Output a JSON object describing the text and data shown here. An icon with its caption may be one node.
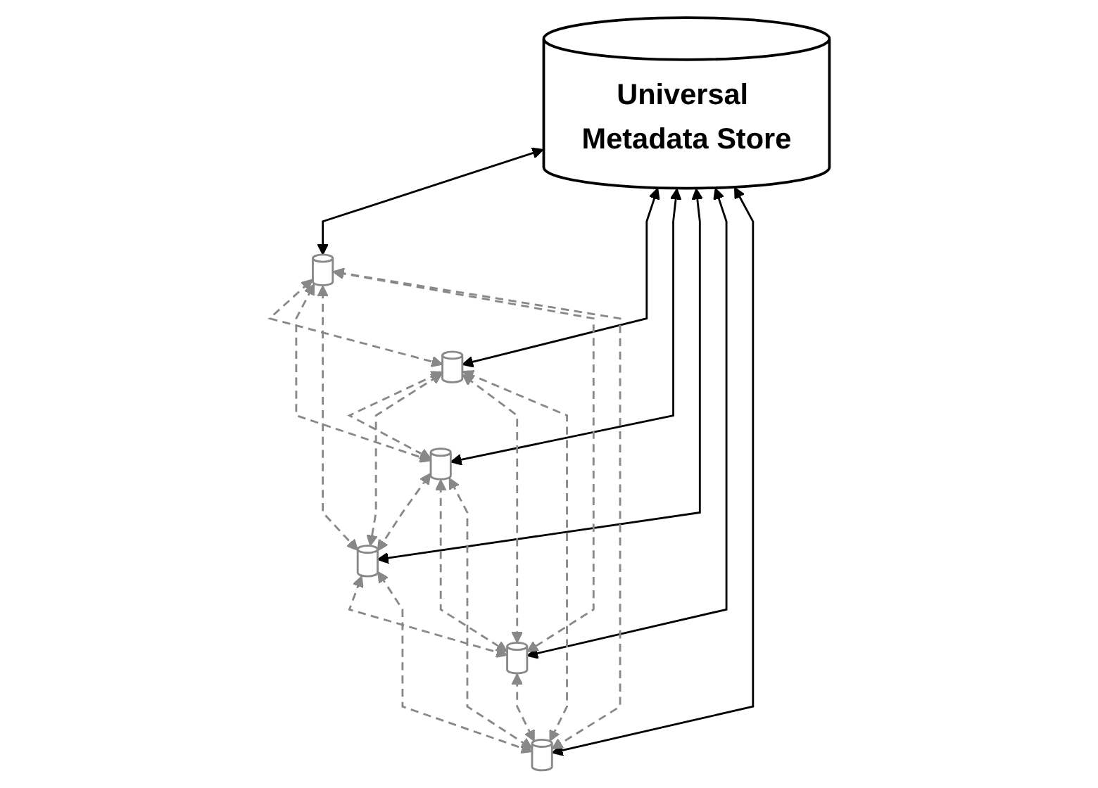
{
  "diagram": {
    "nodes": [
      {
        "text": [],
        "shape": "cylinder"
      },
      {
        "text": [],
        "shape": "cylinder"
      },
      {
        "text": [],
        "shape": "cylinder"
      },
      {
        "text": [
          "Universal Metadata Store"
        ]
      },
      {
        "text": [],
        "shape": "cylinder"
      },
      {
        "text": [],
        "shape": "cylinder"
      },
      {
        "text": [],
        "shape": "cylinder"
      }
    ],
    "edges": [
      {
        "from": 3,
        "to": 0,
        "arrow": "both",
        "color": "#000000"
      },
      {
        "from": 3,
        "to": 1,
        "arrow": "both",
        "color": "#000000"
      },
      {
        "from": 3,
        "to": 2,
        "arrow": "both",
        "color": "#000000"
      },
      {
        "from": 3,
        "to": 4,
        "arrow": "both",
        "color": "#000000"
      },
      {
        "from": 3,
        "to": 5,
        "arrow": "both",
        "color": "#000000"
      },
      {
        "from": 3,
        "to": 6,
        "arrow": "both",
        "color": "#000000"
      },
      {
        "from": 0,
        "to": 1,
        "arrow": "both",
        "style": "dashed"
      },
      {
        "from": 0,
        "to": 2,
        "arrow": "both",
        "style": "dashed"
      },
      {
        "from": 0,
        "to": 4,
        "arrow": "both",
        "style": "dashed"
      },
      {
        "from": 0,
        "to": 5,
        "arrow": "both",
        "style": "dashed"
      },
      {
        "from": 0,
        "to": 6,
        "arrow": "both",
        "style": "dashed"
      },
      {
        "from": 1,
        "to": 2,
        "arrow": "both",
        "style": "dashed"
      },
      {
        "from": 1,
        "to": 4,
        "arrow": "both",
        "style": "dashed"
      },
      {
        "from": 1,
        "to": 5,
        "arrow": "both",
        "style": "dashed"
      },
      {
        "from": 1,
        "to": 6,
        "arrow": "both",
        "style": "dashed"
      },
      {
        "from": 2,
        "to": 4,
        "arrow": "both",
        "style": "dashed"
      },
      {
        "from": 2,
        "to": 5,
        "arrow": "both",
        "style": "dashed"
      },
      {
        "from": 2,
        "to": 6,
        "arrow": "both",
        "style": "dashed"
      },
      {
        "from": 4,
        "to": 5,
        "arrow": "both",
        "style": "dashed"
      },
      {
        "from": 4,
        "to": 6,
        "arrow": "both",
        "style": "dashed"
      },
      {
        "from": 5,
        "to": 6,
        "arrow": "both",
        "style": "dashed"
      }
    ]
  }
}
